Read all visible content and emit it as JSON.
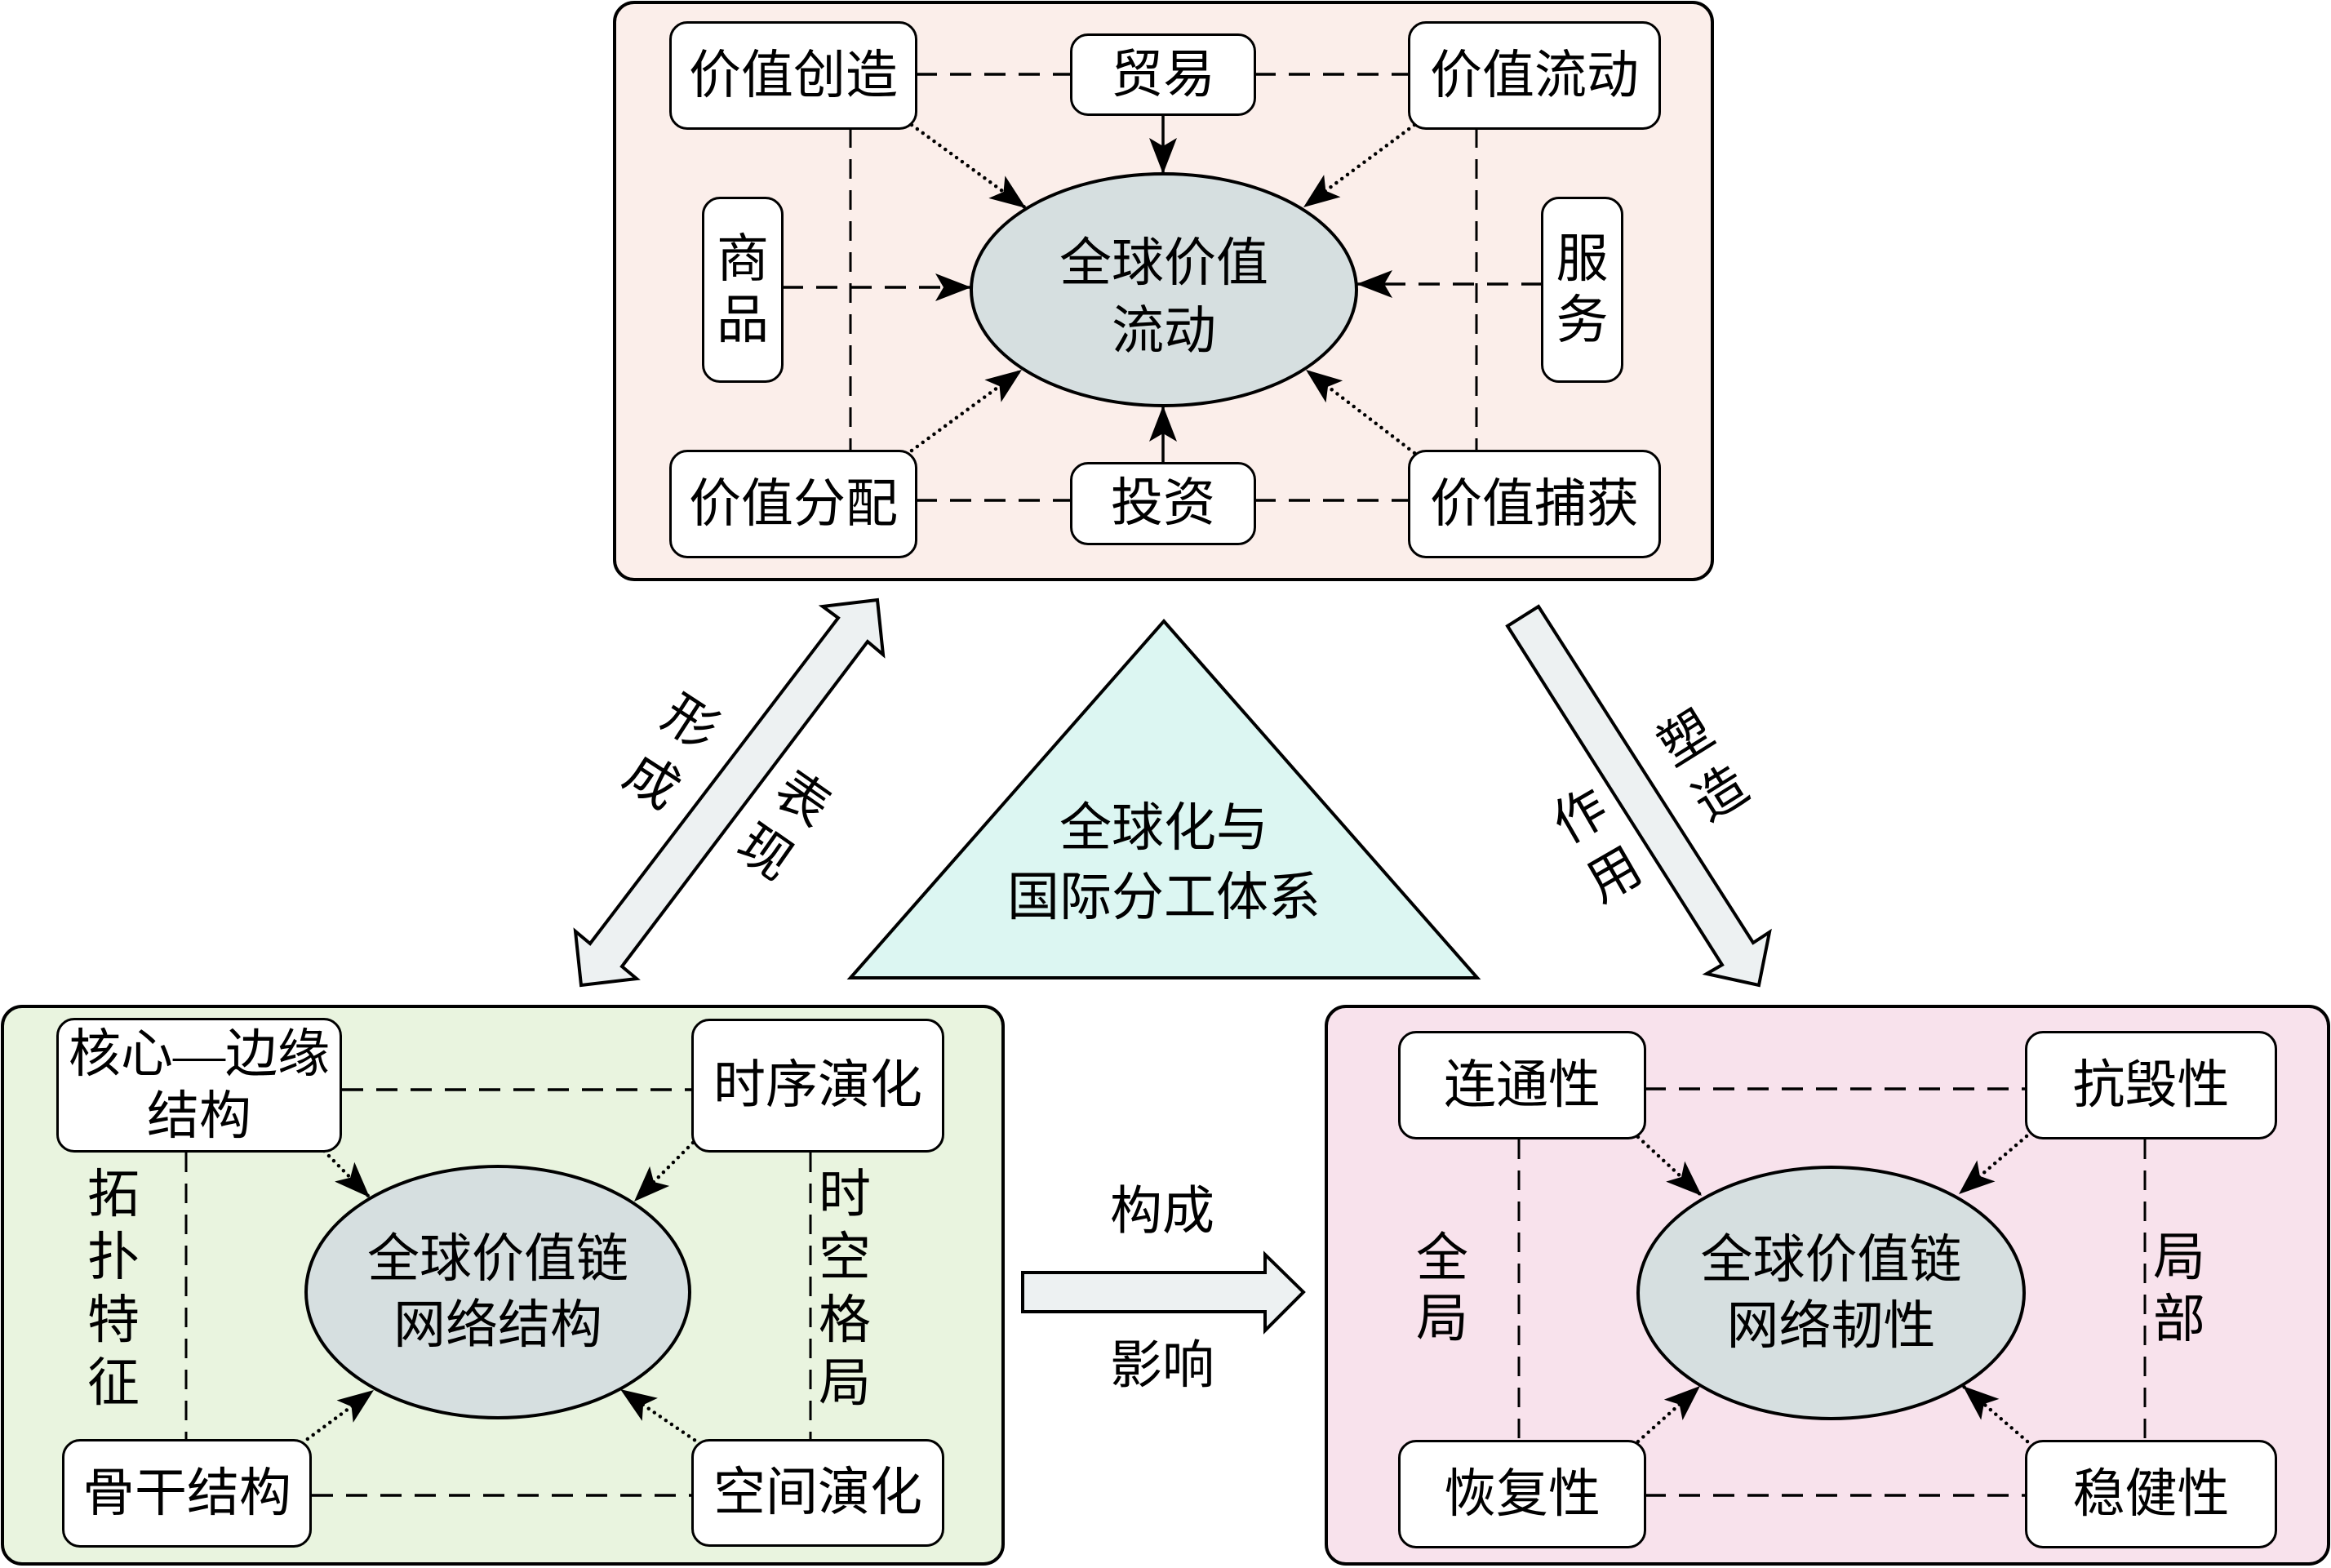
{
  "figure": {
    "center_system": {
      "lines": [
        "全球化与",
        "国际分工体系"
      ]
    },
    "value_flow_panel": {
      "core": {
        "lines": [
          "全球价值",
          "流动"
        ]
      },
      "nodes": {
        "value_creation": "价值创造",
        "trade": "贸易",
        "value_flow": "价值流动",
        "goods": "商品",
        "services": "服务",
        "value_distribution": "价值分配",
        "investment": "投资",
        "value_capture": "价值捕获"
      }
    },
    "network_structure_panel": {
      "core": {
        "lines": [
          "全球价值链",
          "网络结构"
        ]
      },
      "nodes": {
        "core_periphery": {
          "lines": [
            "核心—边缘",
            "结构"
          ]
        },
        "temporal_evolution": "时序演化",
        "backbone": "骨干结构",
        "spatial_evolution": "空间演化"
      },
      "side_labels": {
        "left": "拓扑特征",
        "right": "时空格局"
      }
    },
    "network_resilience_panel": {
      "core": {
        "lines": [
          "全球价值链",
          "网络韧性"
        ]
      },
      "nodes": {
        "connectivity": "连通性",
        "invulnerability": "抗毁性",
        "recoverability": "恢复性",
        "robustness": "稳健性"
      },
      "side_labels": {
        "left": "全局",
        "right": "局部"
      }
    },
    "relations": {
      "structure_flow": {
        "direction": "bidirectional",
        "label_outer": "形成",
        "label_inner": "表现"
      },
      "flow_resilience": {
        "direction": "value-flow to network-resilience",
        "label_outer": "塑造",
        "label_inner": "作用"
      },
      "structure_resilience": {
        "direction": "network-structure to network-resilience",
        "label_above": "构成",
        "label_below": "影响"
      }
    }
  },
  "colors": {
    "value_flow_panel": "#fbeeea",
    "network_structure_panel": "#e9f4df",
    "network_resilience_panel": "#f8e2ec",
    "core_ellipse": "#d6dfe0",
    "center_triangle": "#dcf6f2",
    "relation_arrow": "#edf1f2",
    "node": "#ffffff"
  }
}
